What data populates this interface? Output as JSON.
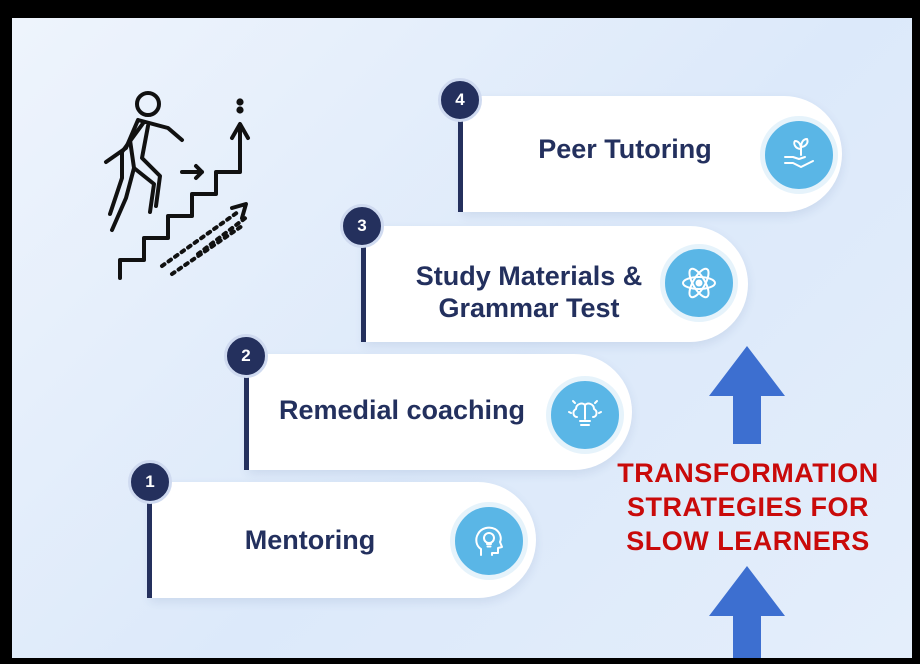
{
  "headline": {
    "line1": "TRANSFORMATION",
    "line2": "STRATEGIES FOR",
    "line3": "SLOW LEARNERS"
  },
  "steps": [
    {
      "number": "1",
      "title_line1": "Mentoring",
      "title_line2": "",
      "icon": "head-lightbulb-icon"
    },
    {
      "number": "2",
      "title_line1": "Remedial coaching",
      "title_line2": "",
      "icon": "brain-idea-icon"
    },
    {
      "number": "3",
      "title_line1": "Study Materials &",
      "title_line2": "Grammar Test",
      "icon": "atom-icon"
    },
    {
      "number": "4",
      "title_line1": "Peer Tutoring",
      "title_line2": "",
      "icon": "hand-plant-icon"
    }
  ],
  "colors": {
    "navy": "#24305d",
    "headline_red": "#c90a0a",
    "icon_blue": "#5ab6e6",
    "arrow_blue": "#3d6fd0"
  }
}
